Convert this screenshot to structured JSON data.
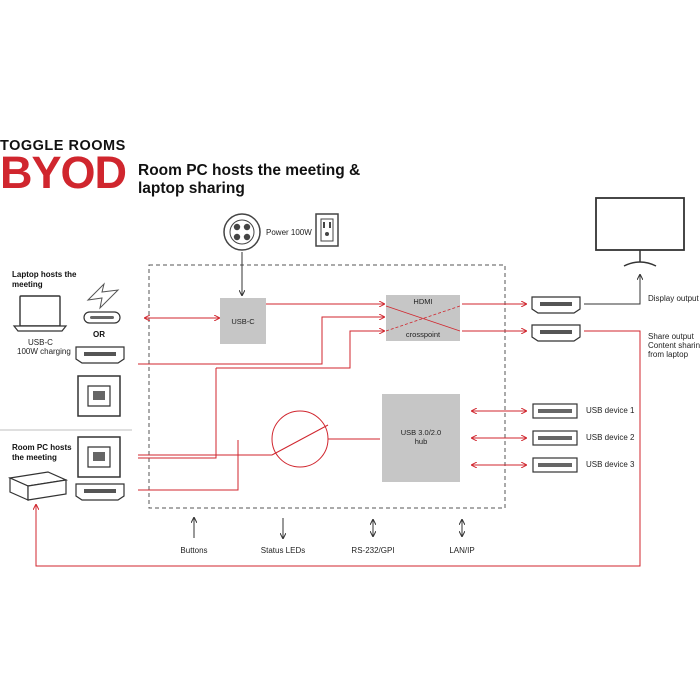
{
  "header": {
    "brand": "TOGGLE ROOMS",
    "product": "BYOD",
    "subtitle": "Room PC hosts the meeting & laptop sharing"
  },
  "colors": {
    "accent": "#d0262e",
    "box_fill": "#c6c6c6",
    "line_dark": "#333333"
  },
  "power": {
    "label": "Power 100W"
  },
  "blocks": {
    "usbc": "USB-C",
    "hdmi_top": "HDMI",
    "hdmi_bottom": "crosspoint",
    "hub_line1": "USB 3.0/2.0",
    "hub_line2": "hub"
  },
  "left": {
    "laptop_title": "Laptop hosts the meeting",
    "usbc_label": "USB-C",
    "charging_label": "100W charging",
    "or_label": "OR",
    "roompc_title": "Room PC hosts the meeting"
  },
  "right": {
    "display_output": "Display output",
    "share_output_line1": "Share output",
    "share_output_line2": "Content sharing",
    "share_output_line3": "from laptop",
    "usb_devices": [
      "USB device 1",
      "USB device 2",
      "USB device 3"
    ]
  },
  "bottom_io": [
    "Buttons",
    "Status LEDs",
    "RS-232/GPI",
    "LAN/IP"
  ]
}
